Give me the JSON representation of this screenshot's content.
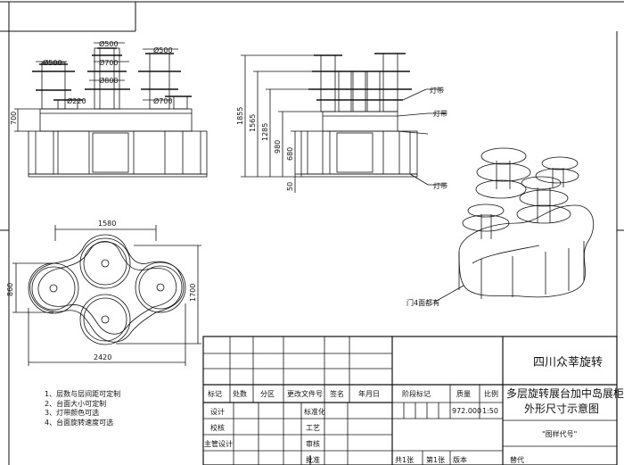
{
  "dims": {
    "front": {
      "d500_top": "Ø500",
      "d700_top": "Ø700",
      "d500_left": "Ø500",
      "d500_right": "Ø500",
      "d800": "Ø800",
      "d220": "Ø220",
      "d700_right": "Ø700",
      "h700": "700"
    },
    "side": {
      "h1855": "1855",
      "h1565": "1565",
      "h1285": "1285",
      "h980": "980",
      "h680": "680",
      "h50": "50",
      "light1": "灯带",
      "light2": "灯带",
      "light3": "灯带"
    },
    "plan": {
      "w1580": "1580",
      "h860": "860",
      "h1700": "1700",
      "w2420": "2420"
    },
    "iso": {
      "door_note": "门4面都有"
    }
  },
  "notes": [
    "1、层数与层间距可定制",
    "2、台面大小可定制",
    "3、灯带颜色可选",
    "4、台面旋转速度可选"
  ],
  "title_block": {
    "company": "四川众莘旋转",
    "product_line1": "多层旋转展台加中岛展柜",
    "product_line2": "外形尺寸示意图",
    "drawing_code": "\"图样代号\"",
    "headers": {
      "mark": "标记",
      "count": "处数",
      "zone": "分区",
      "doc_no": "更改文件号",
      "sign": "签名",
      "date": "年月日"
    },
    "rows": {
      "design": "设计",
      "standard": "标准化",
      "check": "校核",
      "process": "工艺",
      "chief": "主管设计",
      "review": "审核",
      "approve": "批准"
    },
    "stage_mark": "阶段标记",
    "weight_label": "质量",
    "ratio_label": "比例",
    "weight_value": "972.000",
    "ratio_value": "1:50",
    "sheets": "共1张",
    "sheet_no": "第1张",
    "version": "版本",
    "replace": "替代"
  }
}
